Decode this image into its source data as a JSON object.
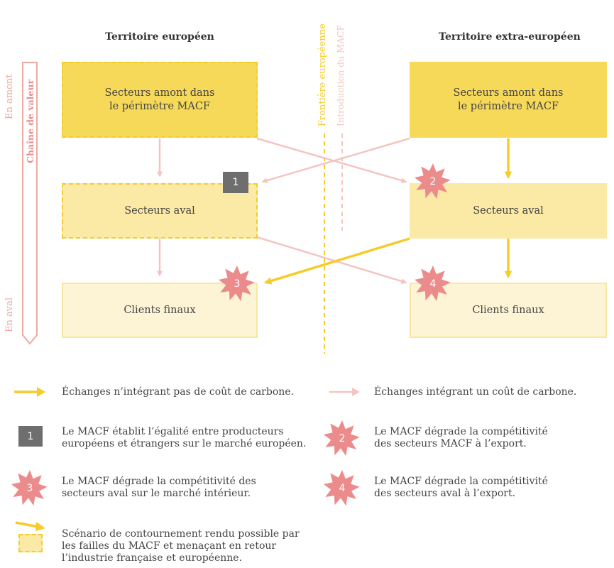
{
  "headers": {
    "left": "Territoire européen",
    "right": "Territoire extra-européen"
  },
  "axis": {
    "top": "En amont",
    "bottom": "En aval",
    "chain": "Chaîne de valeur"
  },
  "frontier": {
    "border": "Frontière européenne",
    "macf": "Introduction du MACF"
  },
  "boxes": {
    "eu_amont": "Secteurs amont dans le périmètre MACF",
    "eu_aval": "Secteurs aval",
    "eu_clients": "Clients finaux",
    "ext_amont": "Secteurs amont dans le périmètre MACF",
    "ext_aval": "Secteurs aval",
    "ext_clients": "Clients finaux"
  },
  "markers": {
    "m1": "1",
    "m2": "2",
    "m3": "3",
    "m4": "4"
  },
  "legend": {
    "yellow_arrow": "Échanges n’intégrant pas de coût de carbone.",
    "pink_arrow": "Échanges intégrant un coût de carbone.",
    "m1_text": "Le MACF établit l’égalité entre producteurs européens et étrangers sur le marché européen.",
    "m2_text": "Le MACF dégrade la compétitivité des secteurs MACF à l’export.",
    "m3_text": "Le MACF dégrade la compétitivité des secteurs aval sur le marché intérieur.",
    "m4_text": "Le MACF dégrade la compétitivité des secteurs aval à l’export.",
    "scenario_text": "Scénario de contournement rendu possible par les failles du MACF et menaçant en retour l’industrie française et européenne."
  },
  "colors": {
    "yellow": "#f5cc2a",
    "amont": "#f7d95a",
    "aval": "#fbe9a6",
    "clients": "#fdf4d5",
    "pink": "#f4c5c0",
    "star": "#ec8b8b",
    "gray": "#6e6e6e"
  }
}
